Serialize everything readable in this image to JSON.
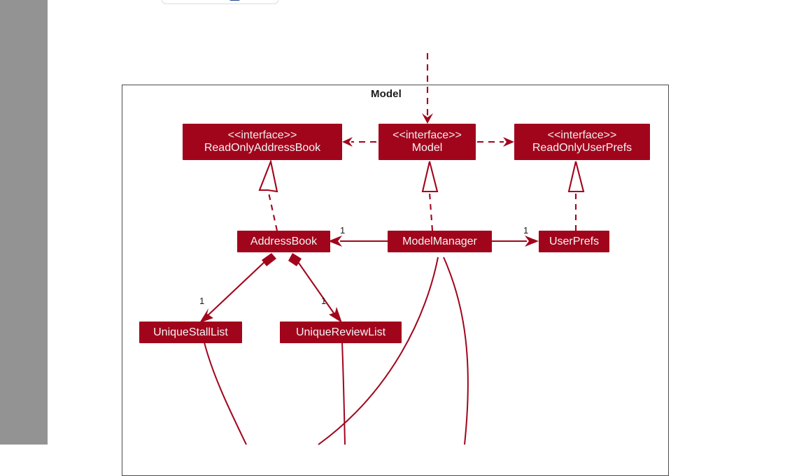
{
  "window": {
    "gutter_color": "#939393",
    "background": "#ffffff"
  },
  "top_card": {
    "name": "cut-off-card",
    "glyph": "bookmark-icon",
    "glyph_color": "#2b4a8b"
  },
  "diagram": {
    "type": "uml-class-diagram",
    "package_title": "Model",
    "accent_color": "#A1051C",
    "frame_color": "#4b4b4b",
    "classes": [
      {
        "id": "readonlyaddressbook",
        "stereotype": "<<interface>>",
        "name": "ReadOnlyAddressBook"
      },
      {
        "id": "model",
        "stereotype": "<<interface>>",
        "name": "Model"
      },
      {
        "id": "readonlyuserprefs",
        "stereotype": "<<interface>>",
        "name": "ReadOnlyUserPrefs"
      },
      {
        "id": "addressbook",
        "stereotype": "",
        "name": "AddressBook"
      },
      {
        "id": "modelmanager",
        "stereotype": "",
        "name": "ModelManager"
      },
      {
        "id": "userprefs",
        "stereotype": "",
        "name": "UserPrefs"
      },
      {
        "id": "uniquestalllist",
        "stereotype": "",
        "name": "UniqueStallList"
      },
      {
        "id": "uniquereviewlist",
        "stereotype": "",
        "name": "UniqueReviewList"
      }
    ],
    "multiplicities": [
      {
        "id": "mult-addressbook",
        "label": "1"
      },
      {
        "id": "mult-userprefs",
        "label": "1"
      },
      {
        "id": "mult-uniquestalllist",
        "label": "1"
      },
      {
        "id": "mult-uniquereviewlist",
        "label": "1"
      }
    ],
    "relationships": [
      {
        "from": "external-top",
        "to": "model",
        "kind": "dependency"
      },
      {
        "from": "model",
        "to": "readonlyaddressbook",
        "kind": "dependency"
      },
      {
        "from": "model",
        "to": "readonlyuserprefs",
        "kind": "dependency"
      },
      {
        "from": "addressbook",
        "to": "readonlyaddressbook",
        "kind": "realization"
      },
      {
        "from": "modelmanager",
        "to": "model",
        "kind": "realization"
      },
      {
        "from": "userprefs",
        "to": "readonlyuserprefs",
        "kind": "realization"
      },
      {
        "from": "modelmanager",
        "to": "addressbook",
        "kind": "association"
      },
      {
        "from": "modelmanager",
        "to": "userprefs",
        "kind": "association"
      },
      {
        "from": "addressbook",
        "to": "uniquestalllist",
        "kind": "composition"
      },
      {
        "from": "addressbook",
        "to": "uniquereviewlist",
        "kind": "composition"
      }
    ]
  }
}
